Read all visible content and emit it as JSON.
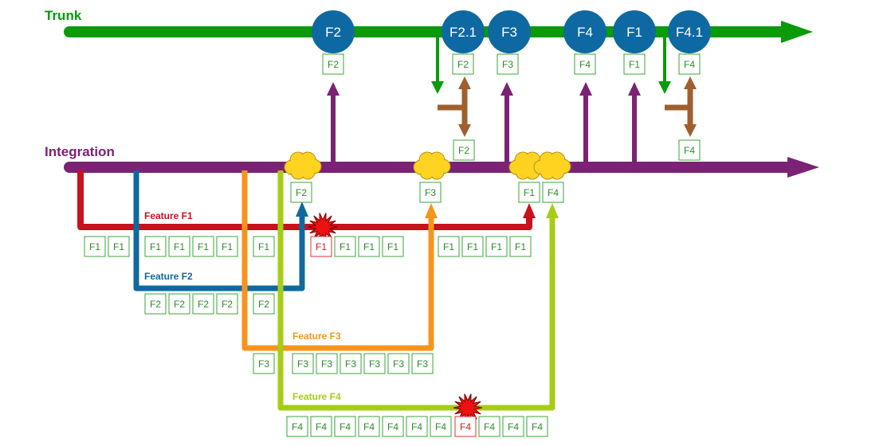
{
  "colors": {
    "trunk": "#0a9a0a",
    "integration": "#7b2275",
    "feature_f1": "#c8121d",
    "feature_f2": "#0f69a0",
    "feature_f3": "#f7941d",
    "feature_f4": "#a6cd14",
    "merge_to_branch": "#a05f2f",
    "release_node": "#0e69a2",
    "box_border_ok": "#3aa63a",
    "box_text_ok": "#2a8a2a",
    "box_border_conflict": "#e03030",
    "box_text_conflict": "#d01818",
    "cloud": "#ffd320",
    "conflict_burst": "#ee1111"
  },
  "lanes": {
    "trunk": "Trunk",
    "integration": "Integration"
  },
  "trunk_releases": [
    "F2",
    "F2.1",
    "F3",
    "F4",
    "F1",
    "F4.1"
  ],
  "trunk_boxes": [
    "F2",
    "F2",
    "F3",
    "F4",
    "F1",
    "F4"
  ],
  "hotfix_boxes": [
    "F2",
    "F4"
  ],
  "integration_boxes": [
    "F2",
    "F3",
    "F1",
    "F4"
  ],
  "features": {
    "f1": {
      "label": "Feature F1",
      "commits": [
        "F1",
        "F1",
        "F1",
        "F1",
        "F1",
        "F1",
        "F1",
        "F1",
        "F1",
        "F1",
        "F1",
        "F1",
        "F1",
        "F1",
        "F1"
      ],
      "conflict_index": 7
    },
    "f2": {
      "label": "Feature F2",
      "commits": [
        "F2",
        "F2",
        "F2",
        "F2",
        "F2"
      ]
    },
    "f3": {
      "label": "Feature F3",
      "commits": [
        "F3",
        "F3",
        "F3",
        "F3",
        "F3",
        "F3",
        "F3"
      ]
    },
    "f4": {
      "label": "Feature F4",
      "commits": [
        "F4",
        "F4",
        "F4",
        "F4",
        "F4",
        "F4",
        "F4",
        "F4",
        "F4",
        "F4",
        "F4"
      ],
      "conflict_index": 7
    }
  }
}
